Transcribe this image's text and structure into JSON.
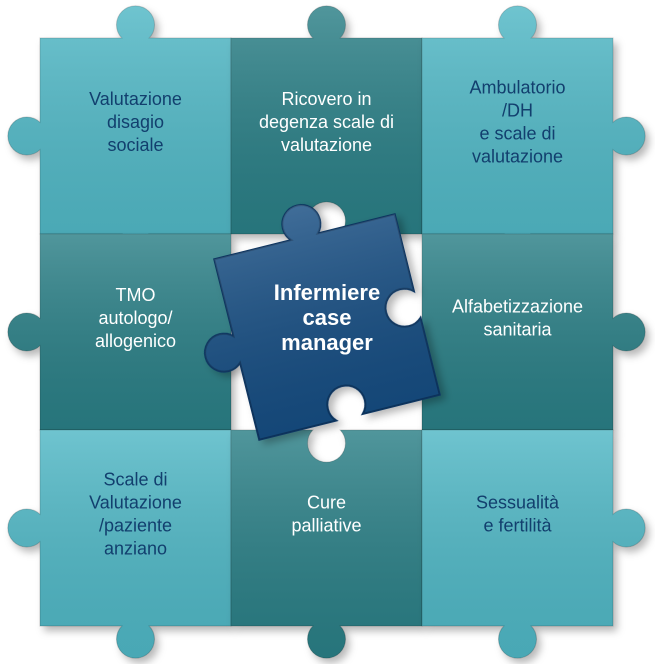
{
  "colors": {
    "light_piece": "#4fb7c5",
    "light_text": "#123f6e",
    "dark_piece": "#2a7f86",
    "dark_text": "#ffffff",
    "center_piece": "#124d82",
    "center_text": "#ffffff"
  },
  "pieces": [
    {
      "id": "valutazione-disagio",
      "tone": "light",
      "lines": [
        "Valutazione",
        "disagio",
        "sociale"
      ]
    },
    {
      "id": "ricovero-degenza",
      "tone": "dark",
      "lines": [
        "Ricovero in",
        "degenza scale di",
        "valutazione"
      ]
    },
    {
      "id": "ambulatorio-dh",
      "tone": "light",
      "lines": [
        "Ambulatorio",
        "/DH",
        "e scale di",
        "valutazione"
      ]
    },
    {
      "id": "tmo",
      "tone": "dark",
      "lines": [
        "TMO",
        "autologo/",
        "allogenico"
      ]
    },
    {
      "id": "alfabetizzazione",
      "tone": "dark",
      "lines": [
        "Alfabetizzazione",
        "sanitaria"
      ]
    },
    {
      "id": "scale-anziano",
      "tone": "light",
      "lines": [
        "Scale di",
        "Valutazione",
        "/paziente",
        "anziano"
      ]
    },
    {
      "id": "cure-palliative",
      "tone": "dark",
      "lines": [
        "Cure",
        "palliative"
      ]
    },
    {
      "id": "sessualita-fertilita",
      "tone": "light",
      "lines": [
        "Sessualità",
        "e fertilità"
      ]
    }
  ],
  "center": {
    "lines": [
      "Infermiere",
      "case",
      "manager"
    ]
  }
}
